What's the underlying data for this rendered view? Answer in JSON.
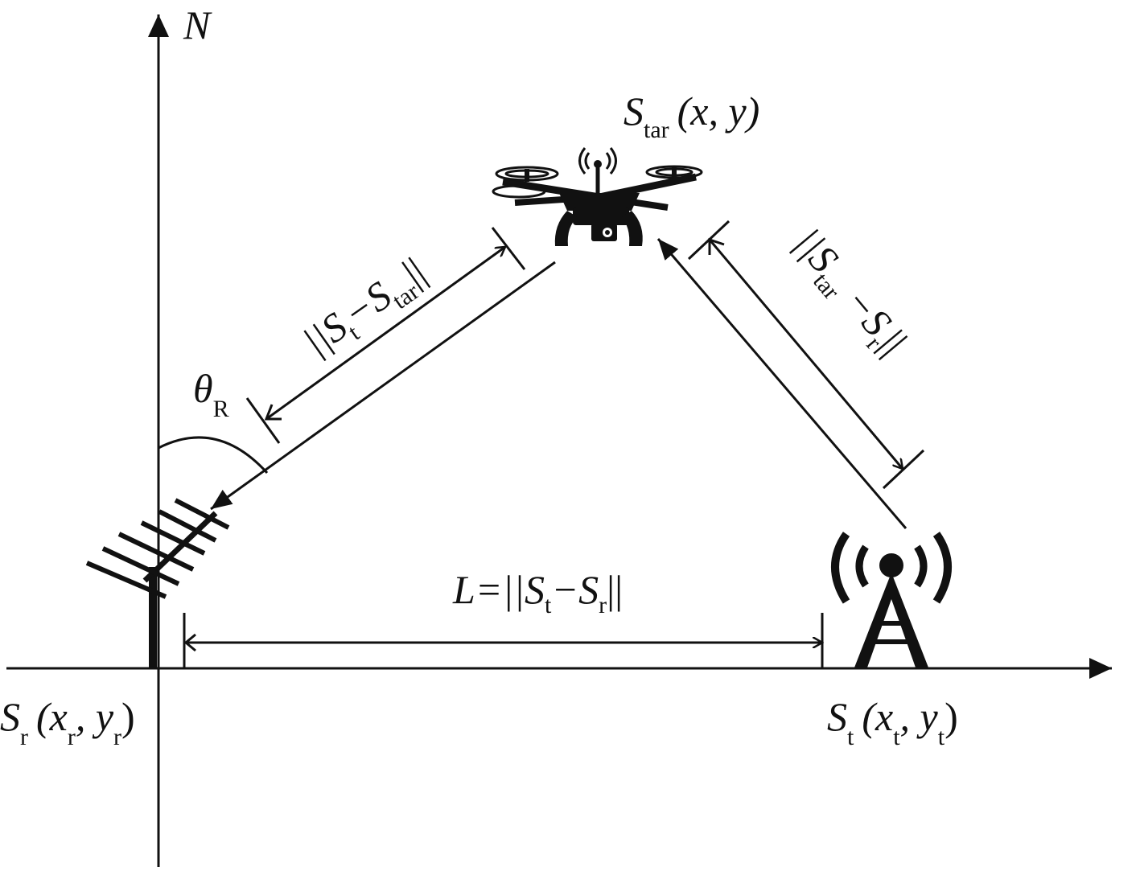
{
  "labels": {
    "north_axis": "N",
    "target_main": "S",
    "target_sub": "tar",
    "target_coords": "(x, y)",
    "receiver_main": "S",
    "receiver_sub": "r",
    "receiver_coords_open": "(x",
    "receiver_coords_sub1": "r",
    "receiver_coords_mid": ", y",
    "receiver_coords_sub2": "r",
    "receiver_coords_close": ")",
    "transmitter_main": "S",
    "transmitter_sub": "t",
    "transmitter_coords_open": "(x",
    "transmitter_coords_sub1": "t",
    "transmitter_coords_mid": ", y",
    "transmitter_coords_sub2": "t",
    "transmitter_coords_close": ")",
    "angle_main": "θ",
    "angle_sub": "R",
    "baseline_prefix": "L=||S",
    "baseline_sub1": "t",
    "baseline_mid": "−S",
    "baseline_sub2": "r",
    "baseline_suffix": "||",
    "left_dist_prefix": "||S",
    "left_dist_sub1": "t",
    "left_dist_mid": "−S",
    "left_dist_sub2": "tar",
    "left_dist_suffix": "||",
    "right_dist_prefix": "||S",
    "right_dist_sub1": "tar",
    "right_dist_mid": " −S",
    "right_dist_sub2": "r",
    "right_dist_suffix": "||"
  },
  "icons": {
    "drone": "drone-icon",
    "receiver": "yagi-antenna-icon",
    "transmitter": "radio-tower-icon"
  },
  "colors": {
    "ink": "#111111",
    "background": "#ffffff"
  }
}
